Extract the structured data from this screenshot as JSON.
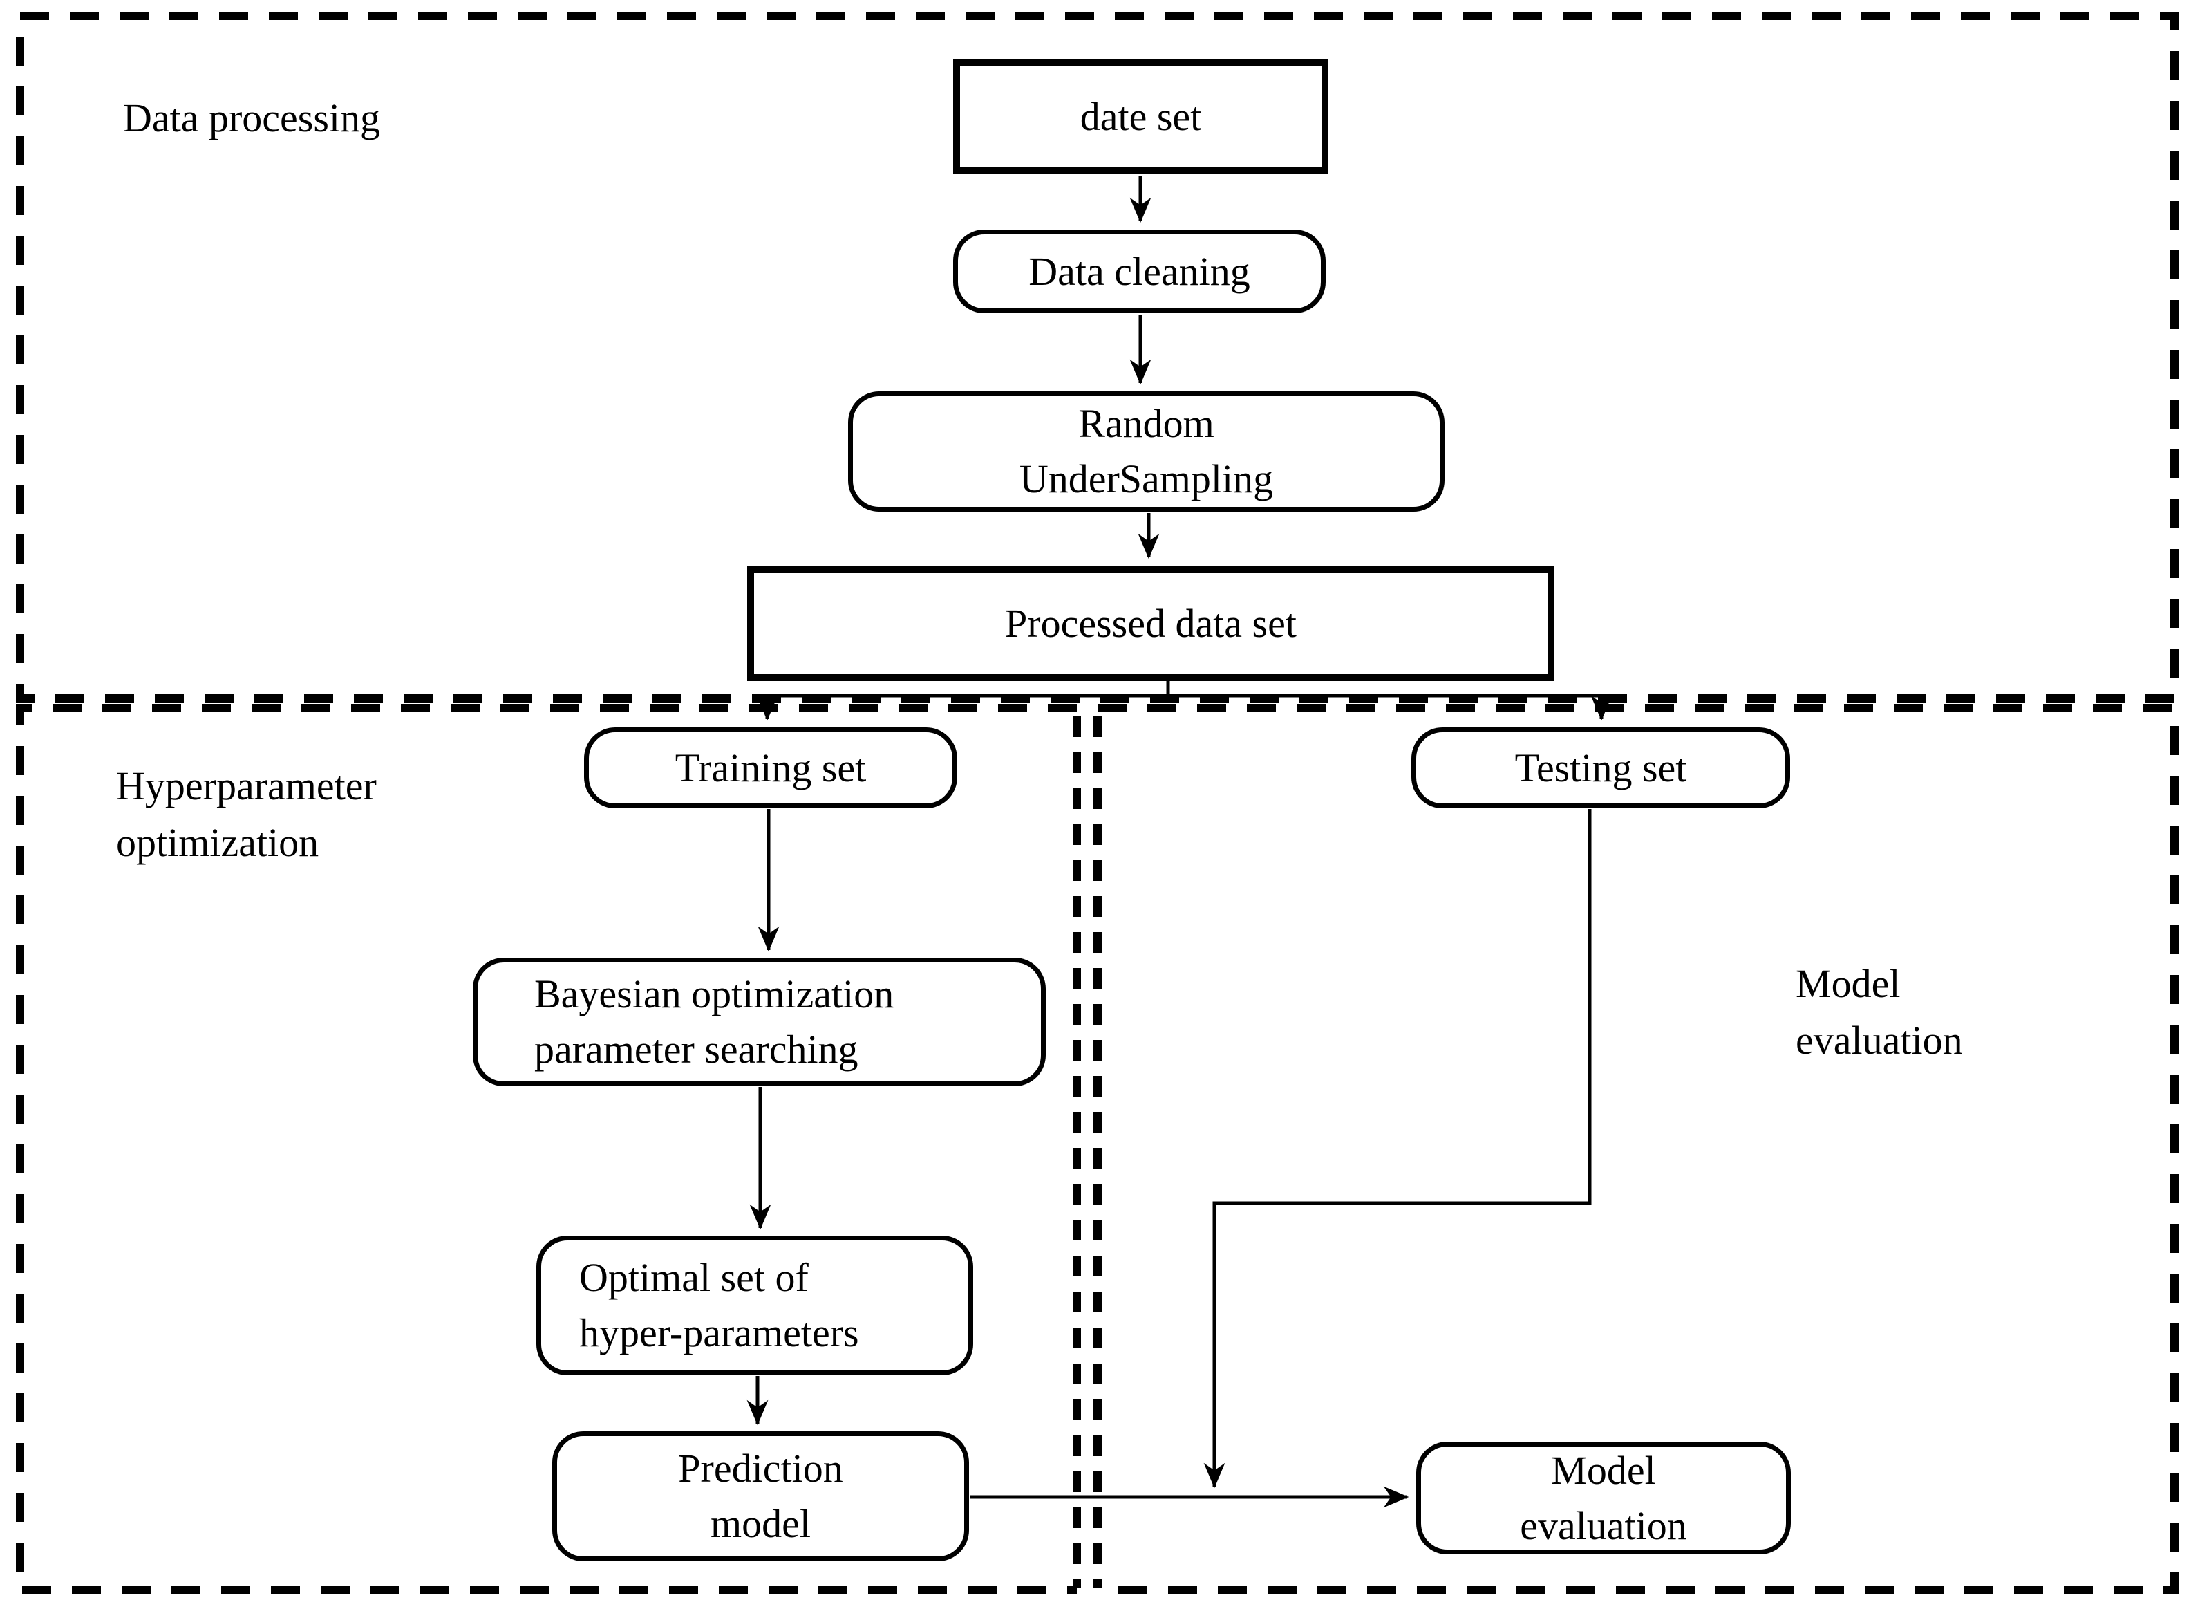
{
  "diagram": {
    "title": "Machine learning pipeline flowchart",
    "colors": {
      "ink": "#000000",
      "background": "#ffffff"
    },
    "sections": [
      {
        "id": "data-processing",
        "label": "Data processing"
      },
      {
        "id": "hyperparameter-optimization",
        "label": "Hyperparameter\noptimization"
      },
      {
        "id": "model-evaluation",
        "label": "Model\nevaluation"
      }
    ],
    "nodes": [
      {
        "id": "date-set",
        "label": "date set",
        "shape": "rectangle"
      },
      {
        "id": "data-cleaning",
        "label": "Data cleaning",
        "shape": "rounded"
      },
      {
        "id": "random-undersampling",
        "label": "Random\nUnderSampling",
        "shape": "rounded"
      },
      {
        "id": "processed-data-set",
        "label": "Processed data set",
        "shape": "rectangle"
      },
      {
        "id": "training-set",
        "label": "Training set",
        "shape": "rounded"
      },
      {
        "id": "testing-set",
        "label": "Testing set",
        "shape": "rounded"
      },
      {
        "id": "bayesian-optimization",
        "label": "Bayesian optimization\nparameter searching",
        "shape": "rounded"
      },
      {
        "id": "optimal-set",
        "label": "Optimal set of\nhyper-parameters",
        "shape": "rounded"
      },
      {
        "id": "prediction-model",
        "label": "Prediction\nmodel",
        "shape": "rounded"
      },
      {
        "id": "model-evaluation-node",
        "label": "Model\nevaluation",
        "shape": "rounded"
      }
    ],
    "edges": [
      {
        "from": "date-set",
        "to": "data-cleaning"
      },
      {
        "from": "data-cleaning",
        "to": "random-undersampling"
      },
      {
        "from": "random-undersampling",
        "to": "processed-data-set"
      },
      {
        "from": "processed-data-set",
        "to": "training-set"
      },
      {
        "from": "processed-data-set",
        "to": "testing-set"
      },
      {
        "from": "training-set",
        "to": "bayesian-optimization"
      },
      {
        "from": "bayesian-optimization",
        "to": "optimal-set"
      },
      {
        "from": "optimal-set",
        "to": "prediction-model"
      },
      {
        "from": "prediction-model",
        "to": "model-evaluation-node"
      },
      {
        "from": "testing-set",
        "to": "model-evaluation-node"
      }
    ]
  }
}
